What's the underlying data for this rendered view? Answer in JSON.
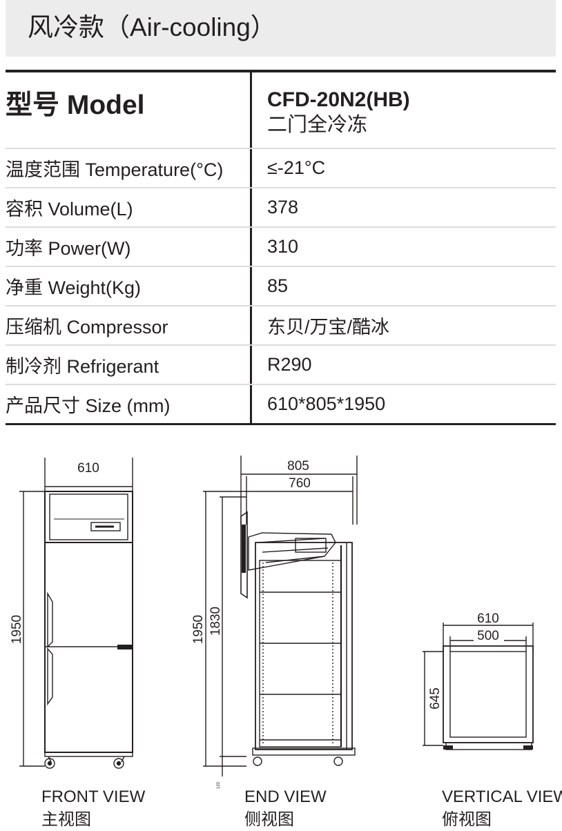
{
  "header": {
    "title": "风冷款（Air-cooling）"
  },
  "specs": {
    "model_label": "型号 Model",
    "model_name": "CFD-20N2(HB)",
    "model_type": "二门全冷冻",
    "rows": [
      {
        "label": "温度范围 Temperature(°C)",
        "value": "≤-21°C"
      },
      {
        "label": "容积 Volume(L)",
        "value": "378"
      },
      {
        "label": "功率 Power(W)",
        "value": "310"
      },
      {
        "label": "净重 Weight(Kg)",
        "value": "85"
      },
      {
        "label": "压缩机 Compressor",
        "value": "东贝/万宝/酷冰"
      },
      {
        "label": "制冷剂 Refrigerant",
        "value": "R290"
      },
      {
        "label": "产品尺寸 Size (mm)",
        "value": "610*805*1950"
      }
    ]
  },
  "drawings": {
    "front": {
      "width": "610",
      "height": "1950",
      "caption_en": "FRONT VIEW",
      "caption_cn": "主视图"
    },
    "end": {
      "depth_total": "805",
      "depth_body": "760",
      "height_total": "1950",
      "height_body": "1830",
      "small_mark": "120",
      "caption_en": "END VIEW",
      "caption_cn": "侧视图"
    },
    "top": {
      "width_total": "610",
      "width_inner": "500",
      "depth": "645",
      "caption_en": "VERTICAL VIEW",
      "caption_cn": "俯视图"
    }
  },
  "colors": {
    "ink": "#231f20",
    "header_bg": "#ececec",
    "row_divider": "#dcdcdc"
  }
}
